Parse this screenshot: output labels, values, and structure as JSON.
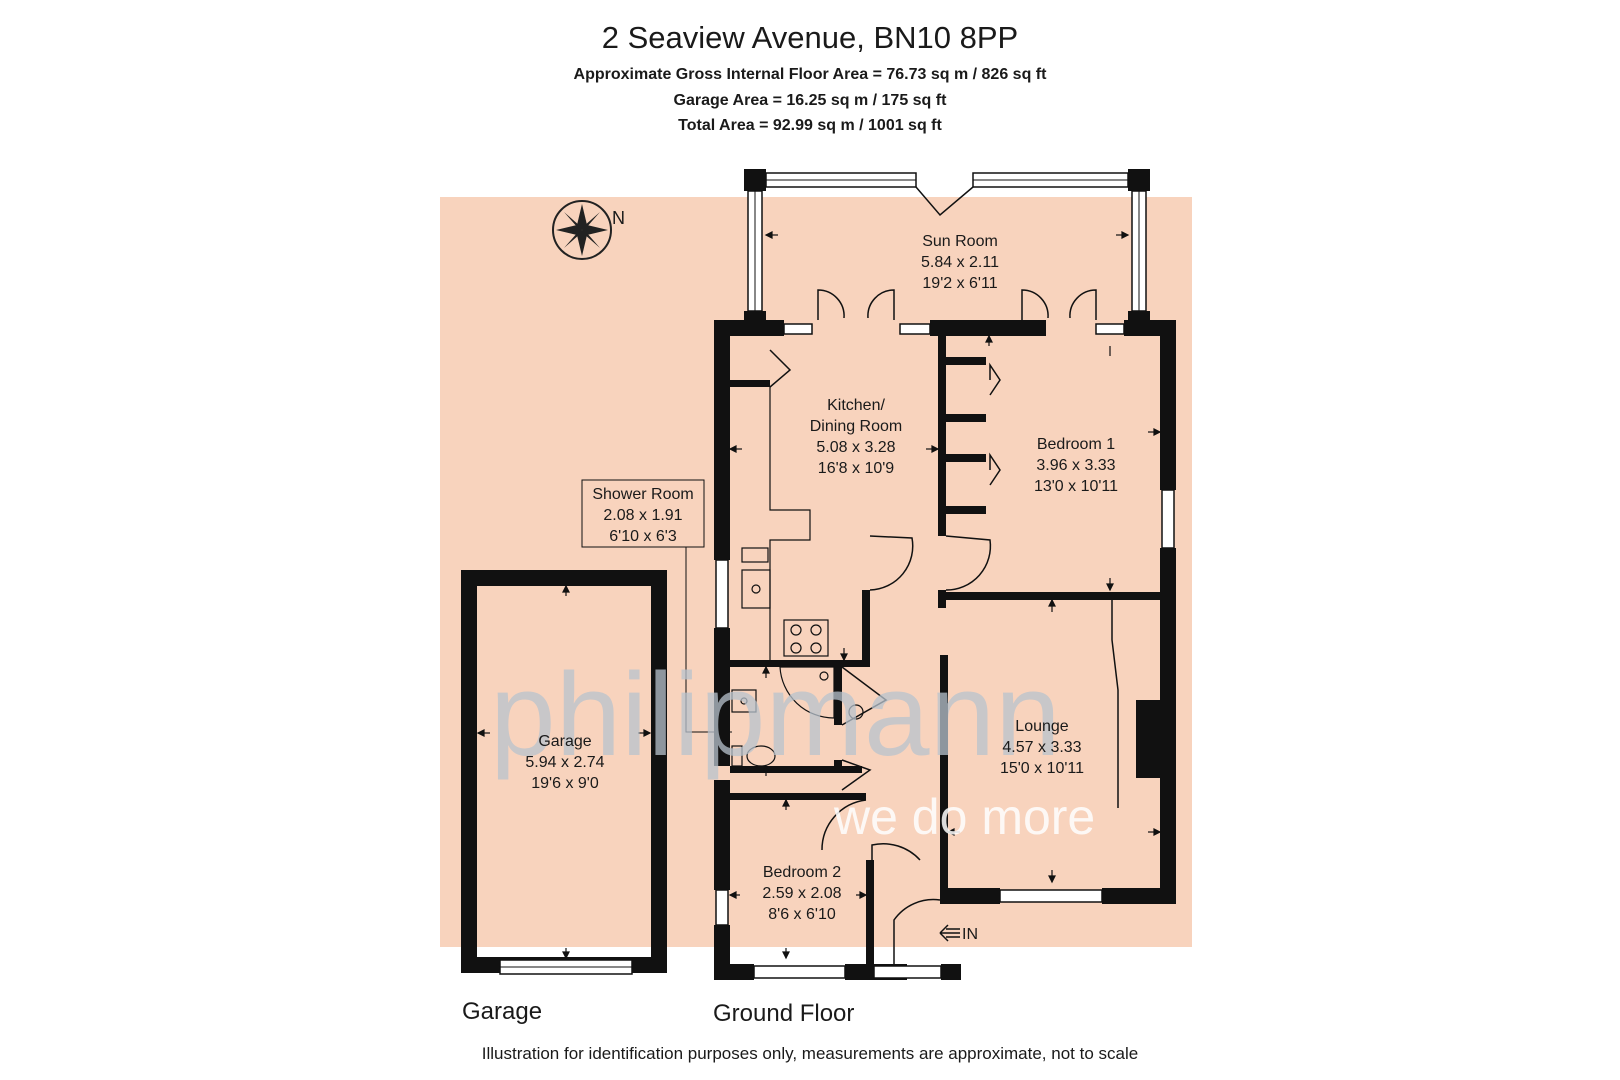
{
  "header": {
    "address": "2 Seaview Avenue, BN10 8PP",
    "gross_area": "Approximate Gross Internal Floor Area = 76.73 sq m / 826 sq ft",
    "garage_area": "Garage Area = 16.25 sq m / 175 sq ft",
    "total_area": "Total Area = 92.99 sq m / 1001 sq ft"
  },
  "compass": {
    "label": "N"
  },
  "rooms": {
    "sun_room": {
      "name": "Sun Room",
      "metric": "5.84 x 2.11",
      "imperial": "19'2 x 6'11"
    },
    "kitchen": {
      "name_line1": "Kitchen/",
      "name_line2": "Dining Room",
      "metric": "5.08 x 3.28",
      "imperial": "16'8 x 10'9"
    },
    "bedroom1": {
      "name": "Bedroom 1",
      "metric": "3.96 x 3.33",
      "imperial": "13'0 x 10'11"
    },
    "shower": {
      "name": "Shower Room",
      "metric": "2.08 x 1.91",
      "imperial": "6'10 x 6'3"
    },
    "garage": {
      "name": "Garage",
      "metric": "5.94 x 2.74",
      "imperial": "19'6 x 9'0"
    },
    "lounge": {
      "name": "Lounge",
      "metric": "4.57 x 3.33",
      "imperial": "15'0 x 10'11"
    },
    "bedroom2": {
      "name": "Bedroom 2",
      "metric": "2.59 x 2.08",
      "imperial": "8'6 x 6'10"
    }
  },
  "entrance": {
    "label": "IN"
  },
  "watermark": {
    "brand": "philipmann",
    "tagline": "we do more"
  },
  "captions": {
    "garage": "Garage",
    "ground_floor": "Ground Floor"
  },
  "footer": {
    "disclaimer": "Illustration for identification purposes only, measurements are approximate, not to scale"
  },
  "colors": {
    "background_fill": "#f8d3bd",
    "wall": "#111111",
    "watermark": "#b8c3ce"
  }
}
